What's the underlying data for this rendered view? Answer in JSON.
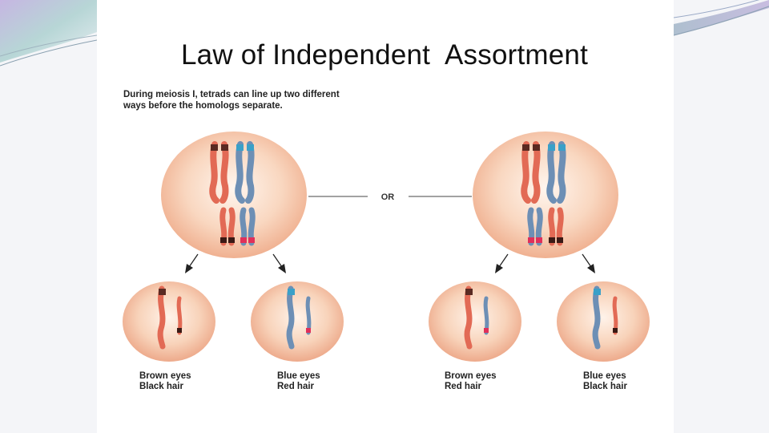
{
  "slide": {
    "title": "Law of Independent  Assortment",
    "caption_line1": "During meiosis I, tetrads can line up two different",
    "caption_line2": "ways before the homologs separate.",
    "or_label": "OR"
  },
  "gametes": [
    {
      "trait1": "Brown eyes",
      "trait2": "Black hair"
    },
    {
      "trait1": "Blue eyes",
      "trait2": "Red hair"
    },
    {
      "trait1": "Brown eyes",
      "trait2": "Red hair"
    },
    {
      "trait1": "Blue eyes",
      "trait2": "Black hair"
    }
  ],
  "colors": {
    "red_chromosome": "#e26a55",
    "blue_chromosome": "#6d8fb5",
    "cell_fill": "#f6c6a8",
    "background": "#f4f5f8"
  }
}
